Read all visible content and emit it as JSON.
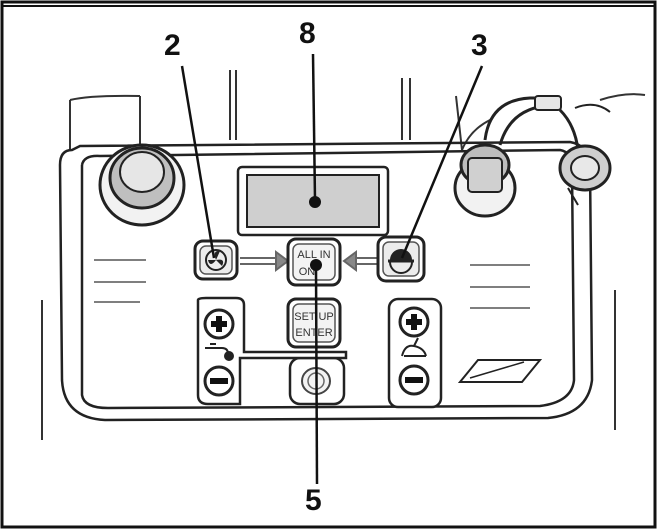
{
  "callouts": {
    "c2": "2",
    "c8": "8",
    "c3": "3",
    "c5": "5"
  },
  "panel": {
    "all_in_line1": "ALL IN",
    "all_in_line2": "ON",
    "setup_line1": "SET UP",
    "setup_line2": "ENTER"
  },
  "icons": {
    "fan": "fan-icon",
    "light": "half-circle-icon",
    "water": "water-tap-icon",
    "vacuum": "vacuum-icon",
    "plus": "plus-icon",
    "minus": "minus-icon"
  },
  "colors": {
    "line": "#222222",
    "display": "#cfcfcf",
    "paper": "#ffffff"
  }
}
